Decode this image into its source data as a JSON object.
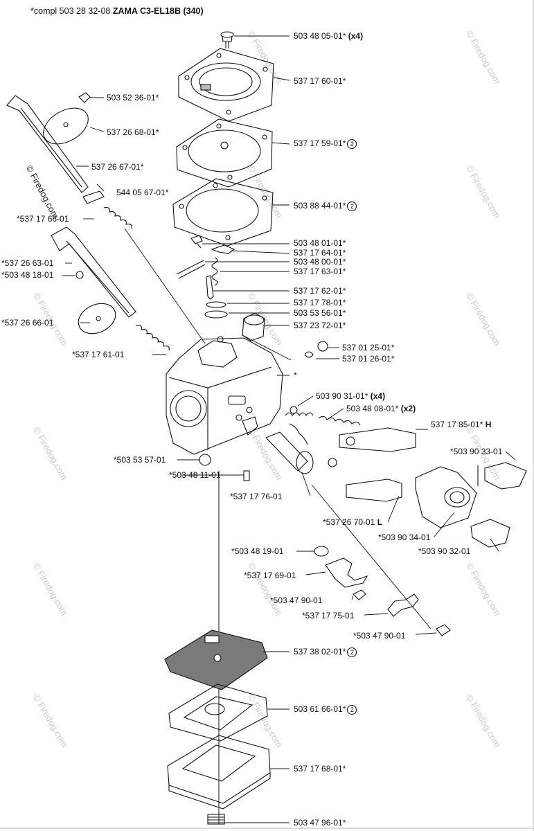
{
  "header": {
    "prefix": "*compl 503 28 32-08 ",
    "model": "ZAMA C3-EL18B (340)"
  },
  "watermark": {
    "left_text": "© Firedog.com",
    "repeat_text": "© Firedog.com"
  },
  "labels": [
    {
      "id": "l1",
      "text": "503 48 05-01*",
      "suffix": "(x4)",
      "circle": ""
    },
    {
      "id": "l2",
      "text": "537 17 60-01*",
      "suffix": "",
      "circle": ""
    },
    {
      "id": "l3",
      "text": "503 52 36-01*",
      "suffix": "",
      "circle": ""
    },
    {
      "id": "l4",
      "text": "537 26 68-01*",
      "suffix": "",
      "circle": ""
    },
    {
      "id": "l5",
      "text": "537 17 59-01*",
      "suffix": "",
      "circle": "2"
    },
    {
      "id": "l6",
      "text": "537 26 67-01*",
      "suffix": "",
      "circle": ""
    },
    {
      "id": "l7",
      "text": "544 05 67-01*",
      "suffix": "",
      "circle": ""
    },
    {
      "id": "l8",
      "text": "503 88 44-01*",
      "suffix": "",
      "circle": "2"
    },
    {
      "id": "l9",
      "text": "*537 17 66-01",
      "suffix": "",
      "circle": ""
    },
    {
      "id": "l10",
      "text": "503 48 01-01*",
      "suffix": "",
      "circle": ""
    },
    {
      "id": "l11",
      "text": "537 17 64-01*",
      "suffix": "",
      "circle": ""
    },
    {
      "id": "l12",
      "text": "*537 26 63-01",
      "suffix": "",
      "circle": ""
    },
    {
      "id": "l13",
      "text": "503 48 00-01*",
      "suffix": "",
      "circle": ""
    },
    {
      "id": "l14",
      "text": "*503 48 18-01",
      "suffix": "",
      "circle": ""
    },
    {
      "id": "l15",
      "text": "537 17 63-01*",
      "suffix": "",
      "circle": ""
    },
    {
      "id": "l16",
      "text": "537 17 62-01*",
      "suffix": "",
      "circle": ""
    },
    {
      "id": "l17",
      "text": "537 17 78-01*",
      "suffix": "",
      "circle": ""
    },
    {
      "id": "l18",
      "text": "503 53 56-01*",
      "suffix": "",
      "circle": ""
    },
    {
      "id": "l19",
      "text": "*537 26 66-01",
      "suffix": "",
      "circle": ""
    },
    {
      "id": "l20",
      "text": "537 23 72-01*",
      "suffix": "",
      "circle": ""
    },
    {
      "id": "l21",
      "text": "537 01 25-01*",
      "suffix": "",
      "circle": ""
    },
    {
      "id": "l22",
      "text": "*537 17 61-01",
      "suffix": "",
      "circle": ""
    },
    {
      "id": "l23",
      "text": "537 01 26-01*",
      "suffix": "",
      "circle": ""
    },
    {
      "id": "l24",
      "text": "*",
      "suffix": "",
      "circle": ""
    },
    {
      "id": "l25",
      "text": "503 90 31-01*",
      "suffix": "(x4)",
      "circle": ""
    },
    {
      "id": "l26",
      "text": "503 48 08-01*",
      "suffix": "(x2)",
      "circle": ""
    },
    {
      "id": "l27",
      "text": "537 17 85-01*",
      "suffix": "H",
      "circle": ""
    },
    {
      "id": "l28",
      "text": "*503 90 33-01",
      "suffix": "",
      "circle": ""
    },
    {
      "id": "l29",
      "text": "*503 53 57-01",
      "suffix": "",
      "circle": ""
    },
    {
      "id": "l30",
      "text": "*503 48 11-01",
      "suffix": "",
      "circle": ""
    },
    {
      "id": "l31",
      "text": "*537 17 76-01",
      "suffix": "",
      "circle": ""
    },
    {
      "id": "l32",
      "text": "*537 26 70-01",
      "suffix": "L",
      "circle": ""
    },
    {
      "id": "l33",
      "text": "*503 90 34-01",
      "suffix": "",
      "circle": ""
    },
    {
      "id": "l34",
      "text": "*503 90 32-01",
      "suffix": "",
      "circle": ""
    },
    {
      "id": "l35",
      "text": "*503 48 19-01",
      "suffix": "",
      "circle": ""
    },
    {
      "id": "l36",
      "text": "*537 17 69-01",
      "suffix": "",
      "circle": ""
    },
    {
      "id": "l37",
      "text": "*503 47 90-01",
      "suffix": "",
      "circle": ""
    },
    {
      "id": "l38",
      "text": "*537 17 75-01",
      "suffix": "",
      "circle": ""
    },
    {
      "id": "l39",
      "text": "*503 47 90-01",
      "suffix": "",
      "circle": ""
    },
    {
      "id": "l40",
      "text": "537 38 02-01*",
      "suffix": "",
      "circle": "2"
    },
    {
      "id": "l41",
      "text": "503 61 66-01*",
      "suffix": "",
      "circle": "2"
    },
    {
      "id": "l42",
      "text": "537 17 68-01*",
      "suffix": "",
      "circle": ""
    },
    {
      "id": "l43",
      "text": "503 47 96-01*",
      "suffix": "",
      "circle": ""
    }
  ]
}
